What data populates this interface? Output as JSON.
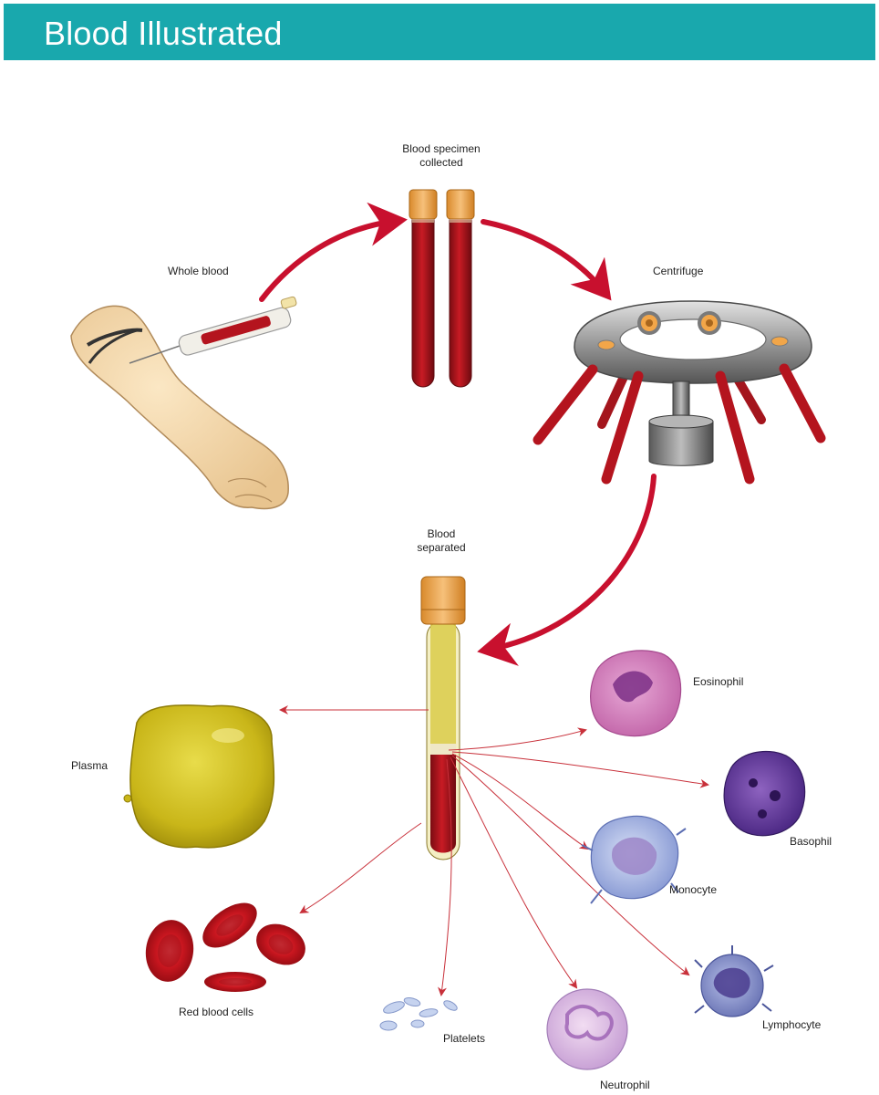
{
  "header": {
    "title": "Blood Illustrated"
  },
  "colors": {
    "header_bg": "#19a8ad",
    "arrow_red": "#c8102e",
    "blood_red": "#b4141e",
    "plasma_yellow": "#d6c41a",
    "cap_orange": "#f2a649"
  },
  "labels": {
    "whole_blood": "Whole blood",
    "specimen_line1": "Blood specimen",
    "specimen_line2": "collected",
    "centrifuge": "Centrifuge",
    "separated_line1": "Blood",
    "separated_line2": "separated",
    "plasma": "Plasma",
    "red_blood_cells": "Red blood cells",
    "platelets": "Platelets",
    "neutrophil": "Neutrophil",
    "lymphocyte": "Lymphocyte",
    "monocyte": "Monocyte",
    "basophil": "Basophil",
    "eosinophil": "Eosinophil"
  }
}
